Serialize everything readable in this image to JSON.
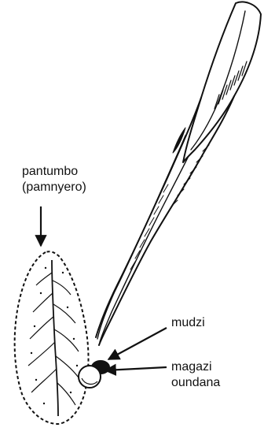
{
  "labels": {
    "pantumbo": {
      "line1": "pantumbo",
      "line2": "(pamnyero)"
    },
    "mudzi": {
      "line1": "mudzi"
    },
    "magazi": {
      "line1": "magazi",
      "line2": "oundana"
    }
  },
  "colors": {
    "ink": "#111111",
    "background": "#ffffff"
  }
}
